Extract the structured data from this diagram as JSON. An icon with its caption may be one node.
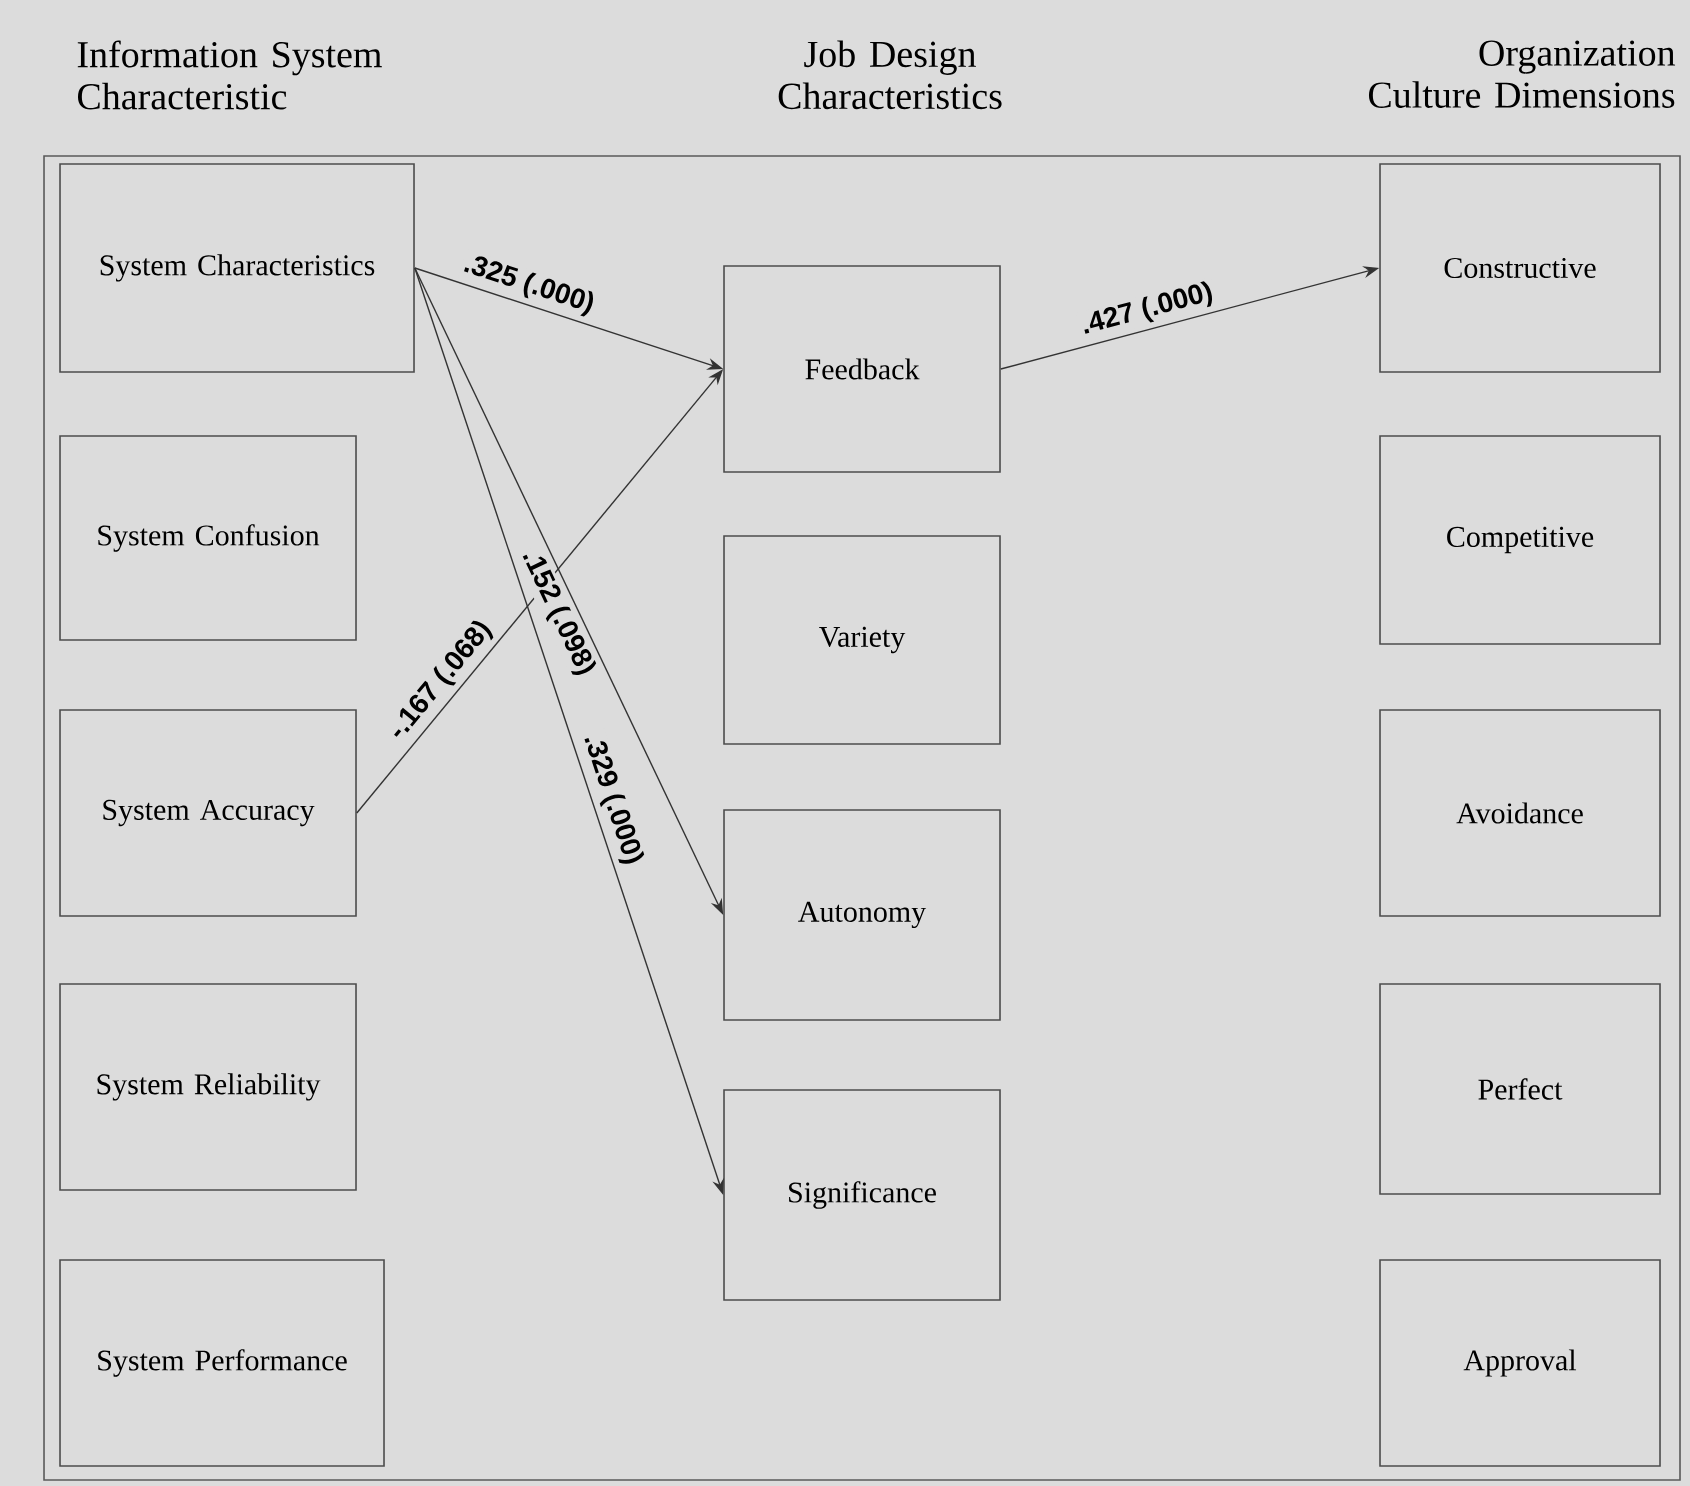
{
  "diagram": {
    "nodes": [
      {
        "text": [
          "System Characteristics"
        ]
      },
      {
        "text": [
          "System Confusion"
        ]
      },
      {
        "text": [
          "System Accuracy"
        ]
      },
      {
        "text": [
          "System Reliability"
        ]
      },
      {
        "text": [
          "System Performance"
        ]
      },
      {
        "text": [
          "Feedback"
        ]
      },
      {
        "text": [
          "Variety"
        ]
      },
      {
        "text": [
          "Autonomy"
        ]
      },
      {
        "text": [
          "Significance"
        ]
      },
      {
        "text": [
          "Constructive"
        ]
      },
      {
        "text": [
          "Competitive"
        ]
      },
      {
        "text": [
          "Avoidance"
        ]
      },
      {
        "text": [
          "Perfect"
        ]
      },
      {
        "text": [
          "Approval"
        ]
      }
    ],
    "edges": [
      {
        "from": 0,
        "to": 5,
        "arrow": "to",
        "label": ".325 (.000)"
      },
      {
        "from": 0,
        "to": 7,
        "arrow": "to",
        "label": ".152 (.098)"
      },
      {
        "from": 0,
        "to": 8,
        "arrow": "to",
        "label": ".329 (.000)"
      },
      {
        "from": 2,
        "to": 5,
        "arrow": "to",
        "label": "-.167 (.068)"
      },
      {
        "from": 5,
        "to": 9,
        "arrow": "to",
        "label": ".427 (.000)"
      }
    ],
    "labels": [
      "Information System Characteristic",
      "Job Design Characteristics",
      "Organization Culture Dimensions"
    ]
  }
}
